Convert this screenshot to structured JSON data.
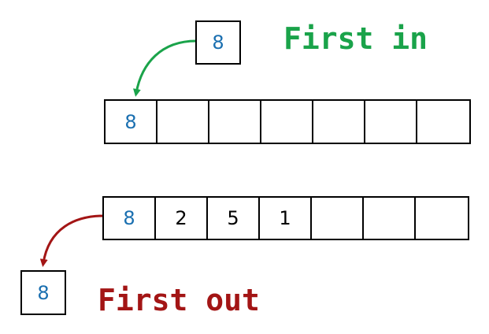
{
  "enqueue": {
    "label": "First in",
    "label_color": "#1aa34a",
    "incoming_value": "8",
    "queue": [
      "8",
      "",
      "",
      "",
      "",
      "",
      ""
    ]
  },
  "dequeue": {
    "label": "First out",
    "label_color": "#a31515",
    "outgoing_value": "8",
    "queue": [
      "8",
      "2",
      "5",
      "1",
      "",
      "",
      ""
    ]
  },
  "colors": {
    "front_value": "#1a6fb0",
    "other_values": "#000000",
    "enqueue_arrow": "#1aa34a",
    "dequeue_arrow": "#a31515"
  }
}
